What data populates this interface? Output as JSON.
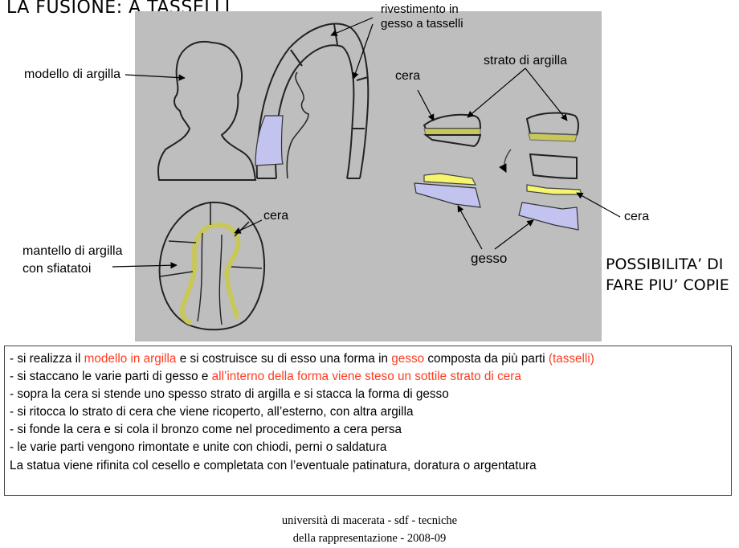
{
  "title": "LA FUSIONE: A TASSELLI",
  "labels": {
    "modello": "modello di argilla",
    "rivestimento_1": "rivestimento in",
    "rivestimento_2": "gesso a tasselli",
    "strato": "strato di argilla",
    "cera_top": "cera",
    "cera_mid": "cera",
    "cera_right": "cera",
    "mantello_1": "mantello di argilla",
    "mantello_2": "con sfiatatoi",
    "gesso": "gesso"
  },
  "side_note": "POSSIBILITA’ DI FARE PIU’ COPIE",
  "steps": [
    {
      "parts": [
        {
          "t": "- si realizza il "
        },
        {
          "t": "modello in argilla",
          "hl": true
        },
        {
          "t": " e si costruisce su di esso una forma in "
        },
        {
          "t": "gesso",
          "hl": true
        },
        {
          "t": " composta da più parti "
        },
        {
          "t": "(tasselli)",
          "hl": true
        }
      ]
    },
    {
      "parts": [
        {
          "t": "- si staccano le varie parti di gesso e "
        },
        {
          "t": "all’interno della forma viene steso un sottile strato di cera",
          "hl": true
        }
      ]
    },
    {
      "parts": [
        {
          "t": "- sopra la cera si stende uno spesso strato di argilla e si stacca la forma di gesso"
        }
      ]
    },
    {
      "parts": [
        {
          "t": "- si ritocca lo strato di cera che viene ricoperto, all’esterno, con altra argilla"
        }
      ]
    },
    {
      "parts": [
        {
          "t": "- si fonde la cera e si cola il bronzo come nel procedimento a cera persa"
        }
      ]
    },
    {
      "parts": [
        {
          "t": "- le varie parti vengono rimontate e unite con chiodi, perni o saldatura"
        }
      ]
    },
    {
      "parts": [
        {
          "t": "La statua viene rifinita col cesello e completata con l’eventuale patinatura, doratura o argentatura"
        }
      ]
    }
  ],
  "footer": {
    "line1": "università di macerata - sdf - tecniche",
    "line2": "della rappresentazione - 2008-09"
  },
  "colors": {
    "panel": "#bebebe",
    "highlight": "#ff3b1f",
    "wax": "#c8c85a",
    "wax_bright": "#f5f56e",
    "plaster": "#c3c3f0"
  }
}
